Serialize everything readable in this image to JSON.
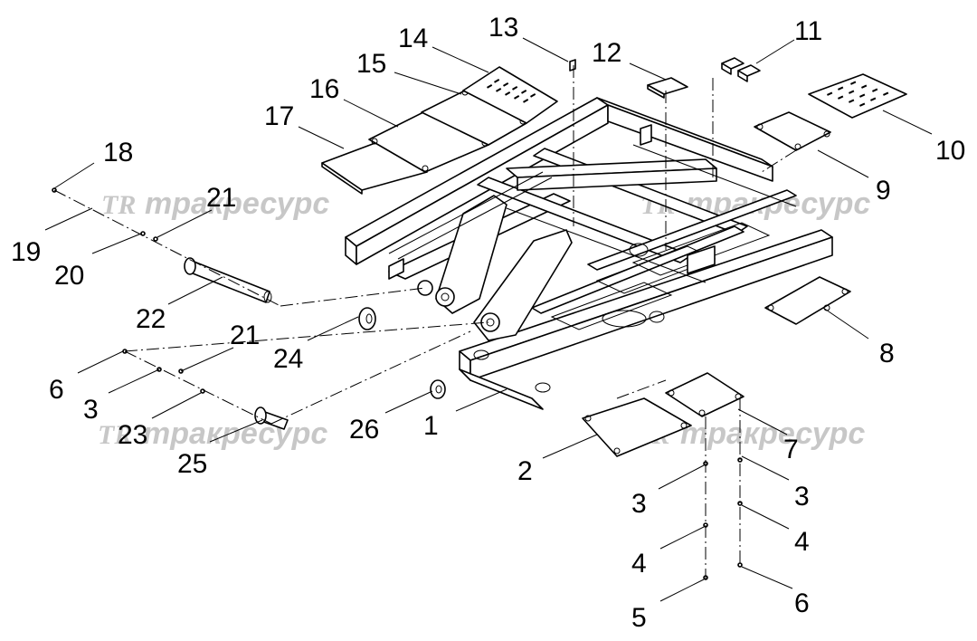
{
  "watermark": "тракресурс",
  "watermark_logo": "TR",
  "callouts": {
    "c1": "1",
    "c2": "2",
    "c3a": "3",
    "c3b": "3",
    "c3c": "3",
    "c4a": "4",
    "c4b": "4",
    "c5": "5",
    "c6a": "6",
    "c6b": "6",
    "c7": "7",
    "c8": "8",
    "c9": "9",
    "c10": "10",
    "c11": "11",
    "c12": "12",
    "c13": "13",
    "c14": "14",
    "c15": "15",
    "c16": "16",
    "c17": "17",
    "c18": "18",
    "c19": "19",
    "c20": "20",
    "c21a": "21",
    "c21b": "21",
    "c22": "22",
    "c23": "23",
    "c24": "24",
    "c25": "25",
    "c26": "26"
  }
}
